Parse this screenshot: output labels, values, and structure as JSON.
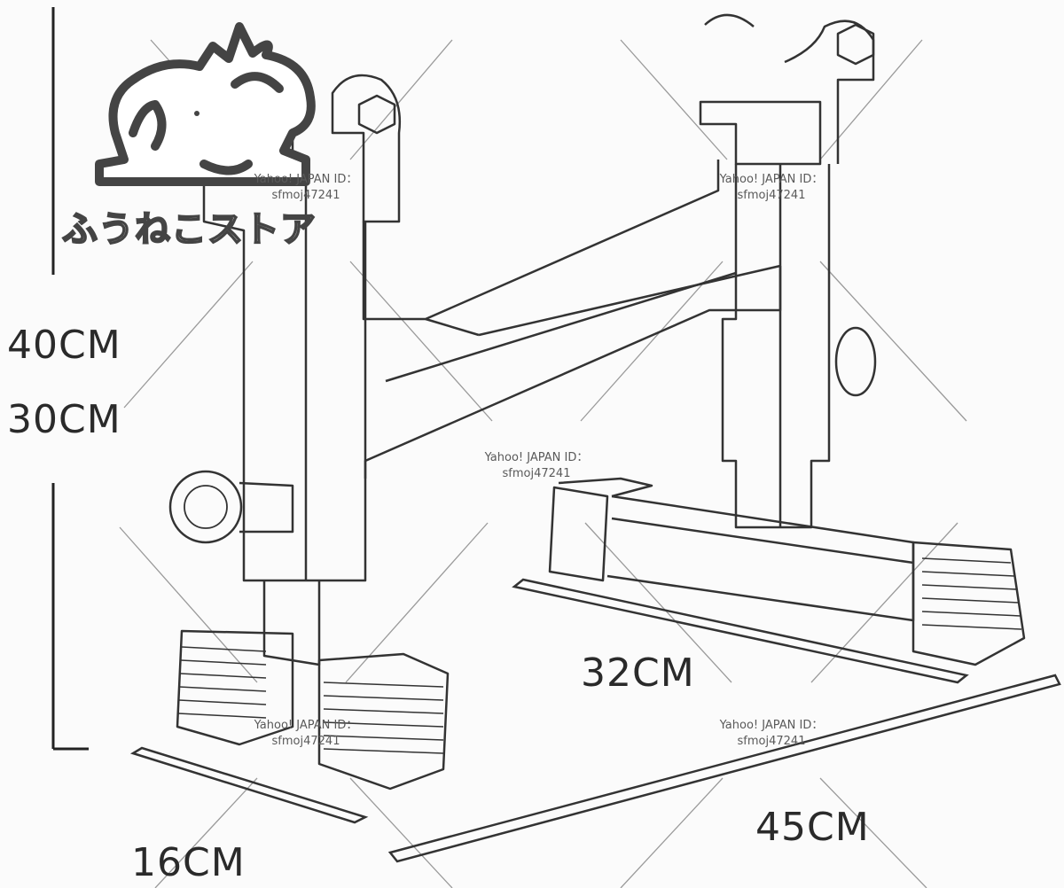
{
  "dimensions": {
    "height_max": "40CM",
    "height_min": "30CM",
    "foot_depth": "16CM",
    "foot_length": "32CM",
    "overall_width": "45CM"
  },
  "watermarks": [
    {
      "line1": "Yahoo! JAPAN ID：",
      "line2": "sfmoj47241"
    },
    {
      "line1": "Yahoo! JAPAN ID：",
      "line2": "sfmoj47241"
    },
    {
      "line1": "Yahoo! JAPAN ID：",
      "line2": "sfmoj47241"
    },
    {
      "line1": "Yahoo! JAPAN ID：",
      "line2": "sfmoj47241"
    },
    {
      "line1": "Yahoo! JAPAN ID：",
      "line2": "sfmoj47241"
    }
  ],
  "store_logo": {
    "text": "ふうねこストア",
    "icon": "cat-silhouette-icon"
  },
  "colors": {
    "line": "#333333",
    "watermark": "#5a5a5a",
    "background": "#fbfbfb"
  }
}
